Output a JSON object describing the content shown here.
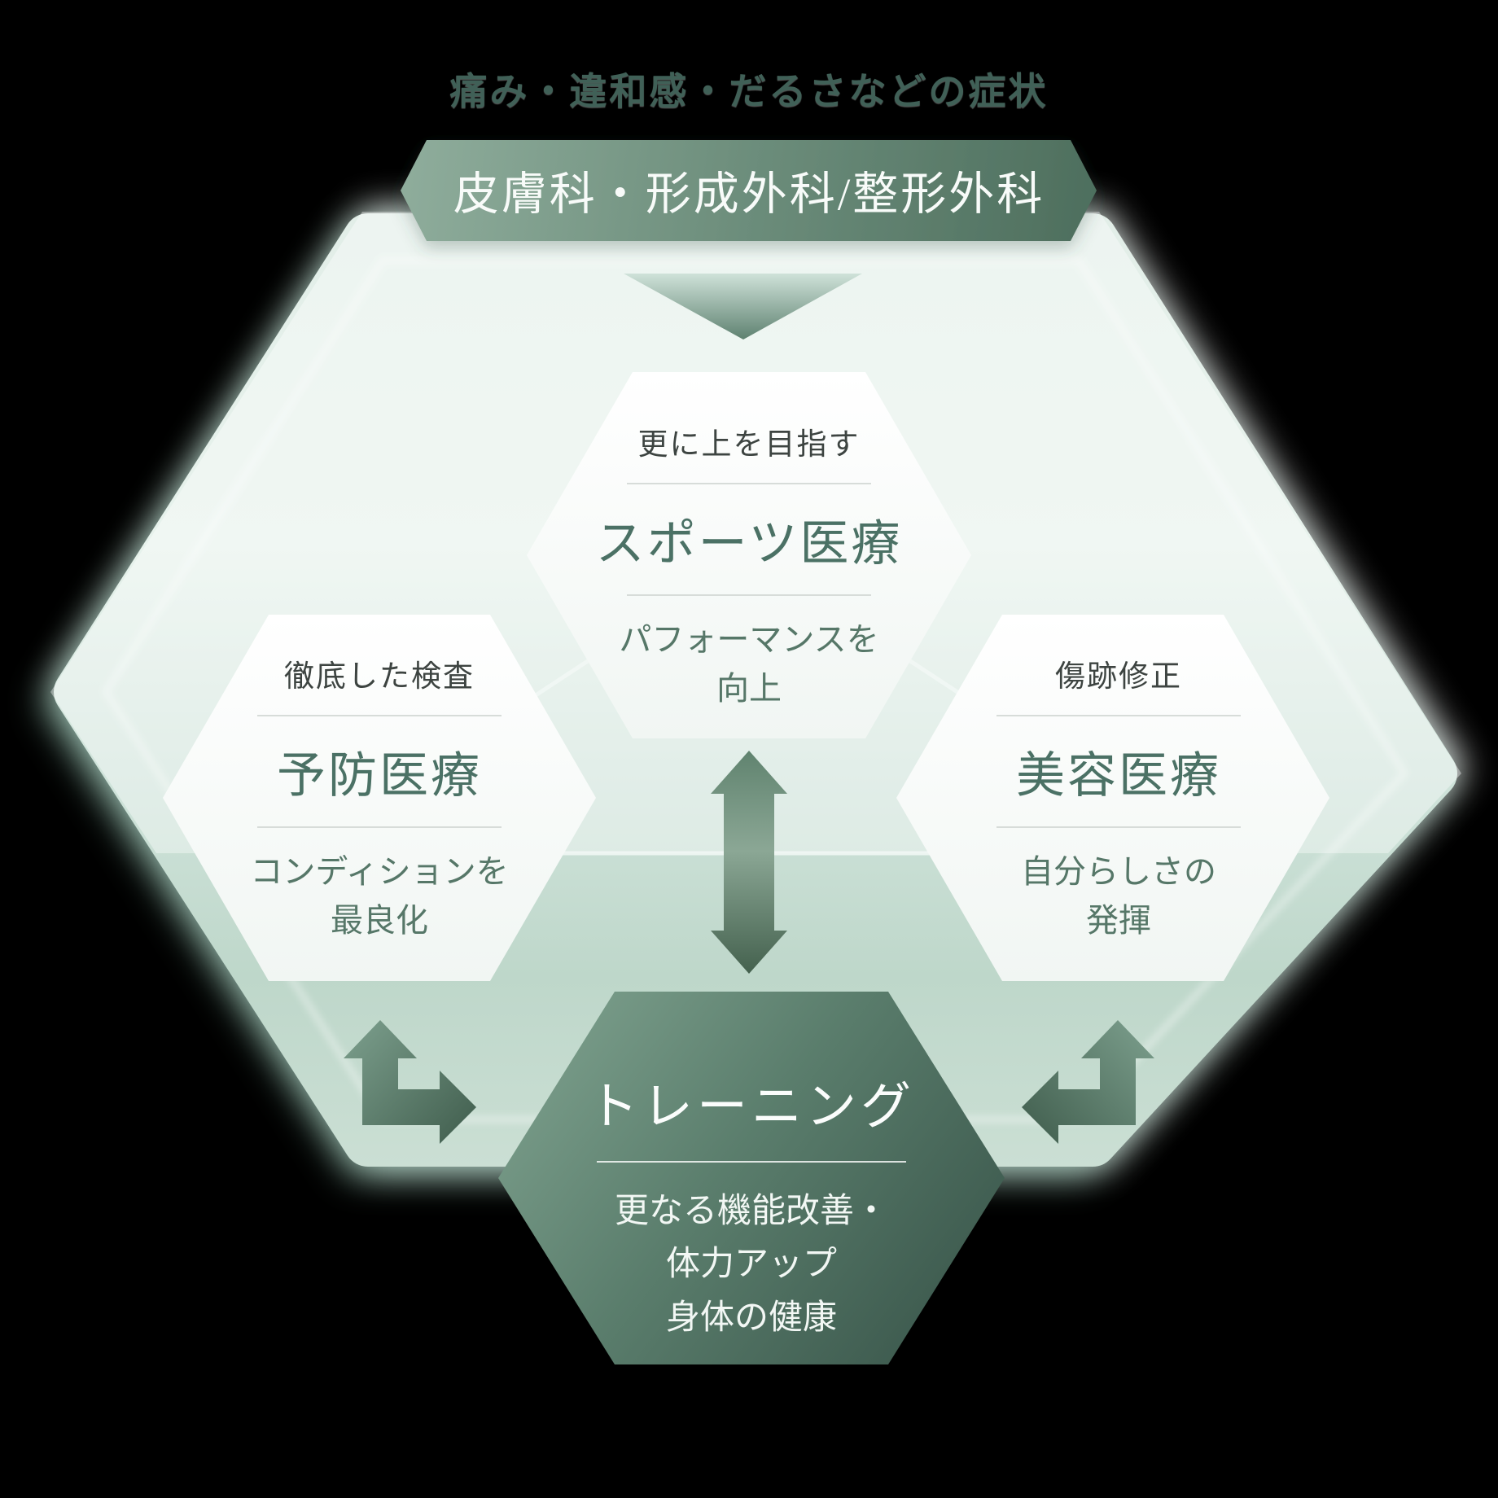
{
  "title": "痛み・違和感・だるさなどの症状",
  "banner": {
    "label": "皮膚科・形成外科/整形外科"
  },
  "hexagons": {
    "sports": {
      "heading": "更に上を目指す",
      "title": "スポーツ医療",
      "subtitle": "パフォーマンスを\n向上"
    },
    "prevention": {
      "heading": "徹底した検査",
      "title": "予防医療",
      "subtitle": "コンディションを\n最良化"
    },
    "beauty": {
      "heading": "傷跡修正",
      "title": "美容医療",
      "subtitle": "自分らしさの\n発揮"
    },
    "training": {
      "title": "トレーニング",
      "subtitle": "更なる機能改善・\n体力アップ\n身体の健康"
    }
  },
  "icons": {
    "down_triangle": "triangle-down-icon",
    "vertical_arrow": "double-arrow-vertical-icon",
    "left_arrow": "double-arrow-elbow-left-icon",
    "right_arrow": "double-arrow-elbow-right-icon"
  },
  "colors": {
    "accent_dark": "#39554a",
    "accent": "#5a7d6c",
    "accent_light": "#8fad9c",
    "background_hex": "#dcebe4",
    "mint_glow": "#9fdcc4",
    "title_green": "#4b7165",
    "text_dark": "#3d4441",
    "white": "#ffffff"
  }
}
